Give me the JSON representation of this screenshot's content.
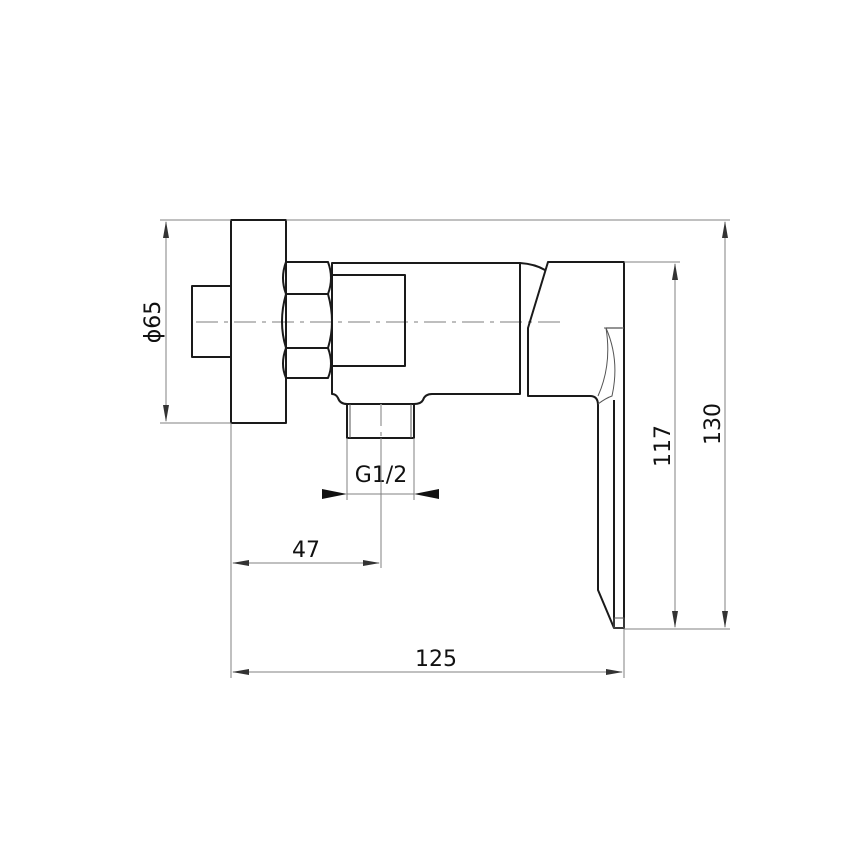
{
  "drawing": {
    "type": "technical side view",
    "subject": "wall-mounted single-lever shower mixer"
  },
  "dimensions": {
    "flange_diameter": "ϕ65",
    "outlet_thread": "G1/2",
    "outlet_offset": "47",
    "overall_depth": "125",
    "lever_height": "117",
    "overall_height": "130"
  },
  "colors": {
    "outline": "#1a1a1a",
    "dimension_line": "#808080",
    "center_line": "#a8a8a8",
    "background": "#ffffff"
  }
}
